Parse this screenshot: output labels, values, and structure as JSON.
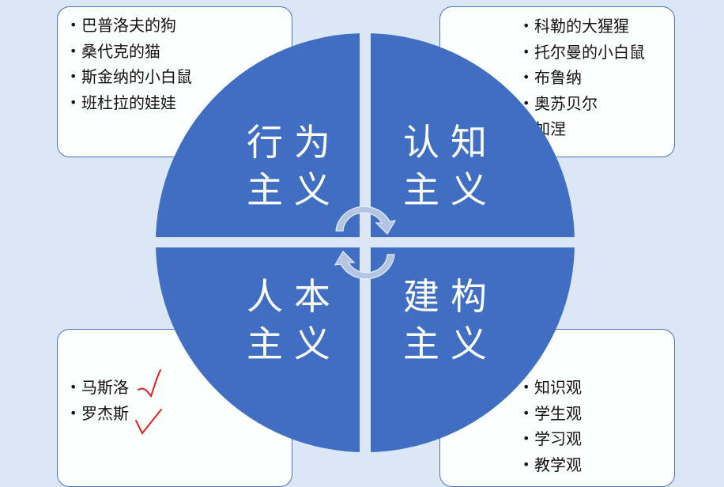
{
  "quadrants": [
    {
      "line1": "行为",
      "line2": "主义",
      "items": [
        "巴普洛夫的狗",
        "桑代克的猫",
        "斯金纳的小白鼠",
        "班杜拉的娃娃"
      ]
    },
    {
      "line1": "认知",
      "line2": "主义",
      "items": [
        "科勒的大猩猩",
        "托尔曼的小白鼠",
        "布鲁纳",
        "奥苏贝尔",
        "加涅"
      ]
    },
    {
      "line1": "人本",
      "line2": "主义",
      "items": [
        "马斯洛",
        "罗杰斯"
      ]
    },
    {
      "line1": "建构",
      "line2": "主义",
      "items": [
        "知识观",
        "学生观",
        "学习观",
        "教学观"
      ]
    }
  ],
  "colors": {
    "quadrant": "#3f6ec3",
    "background": "#dce7f5",
    "arrow": "#b4c5e4",
    "check": "#e0201c"
  },
  "icons": [
    "cycle-arrows-icon",
    "checkmark-icon"
  ]
}
